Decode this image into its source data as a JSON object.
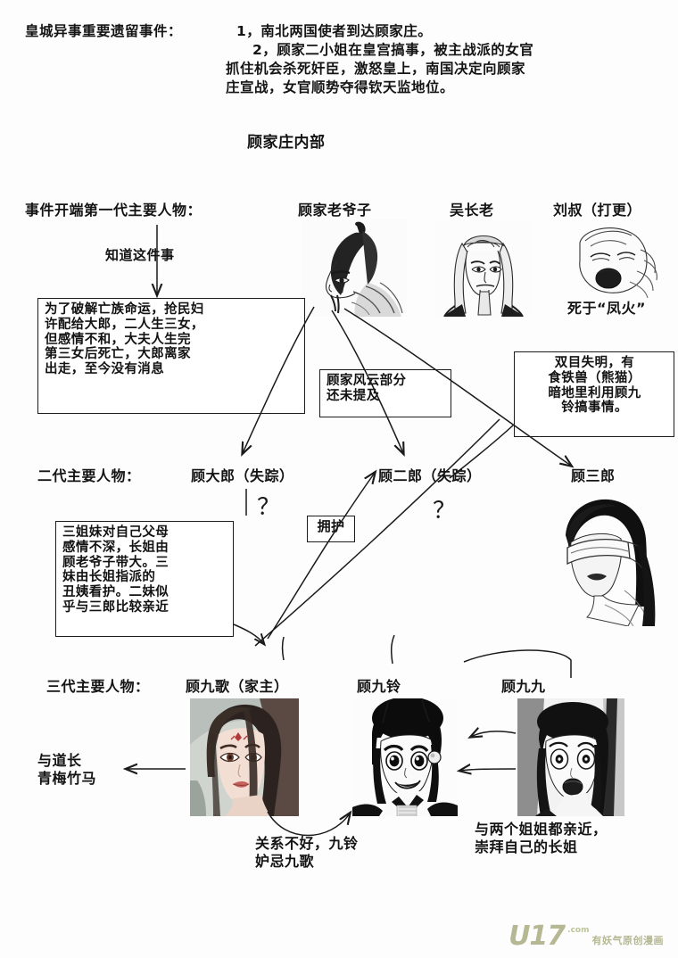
{
  "header": {
    "title_prefix": "皇城异事重要遗留事件：",
    "items": [
      "1，南北两国使者到达顾家庄。",
      "2，顾家二小姐在皇宫搞事，被主战派的女官",
      "抓住机会杀死奸臣，激怒皇上，南国决定向顾家",
      "庄宣战，女官顺势夺得钦天监地位。"
    ]
  },
  "section_title": "顾家庄内部",
  "gen1": {
    "row_label": "事件开端第一代主要人物：",
    "note_arrow_label": "知道这件事",
    "people": [
      {
        "name": "顾家老爷子",
        "portrait": "gu-family-elder-portrait"
      },
      {
        "name": "吴长老",
        "portrait": "elder-wu-portrait"
      },
      {
        "name": "刘叔（打更）",
        "portrait": "uncle-liu-portrait",
        "caption": "死于“凤火”"
      }
    ],
    "box_left": "为了破解亡族命运，抢民妇\n许配给大郎，二人生三女，\n但感情不和，大夫人生完\n第三女后死亡，大郎离家\n出走，至今没有消息",
    "box_mid": "顾家风云部分\n还未提及",
    "box_right": "双目失明，有\n食铁兽（熊猫）\n暗地里利用顾九\n铃搞事情。"
  },
  "gen2": {
    "row_label": "二代主要人物：",
    "people": [
      {
        "name": "顾大郎（失踪）",
        "marker": "？"
      },
      {
        "name": "顾二郎（失踪）",
        "marker": "？"
      },
      {
        "name": "顾三郎",
        "portrait": "gu-sanlang-portrait"
      }
    ],
    "box_left": "三姐妹对自己父母\n感情不深，长姐由\n顾老爷子带大。三\n妹由长姐指派的\n丑姨看护。二妹似\n乎与三郎比较亲近",
    "box_support": "拥护"
  },
  "gen3": {
    "row_label": "三代主要人物：",
    "people": [
      {
        "name": "顾九歌（家主）",
        "portrait": "gu-jiuge-portrait"
      },
      {
        "name": "顾九铃",
        "portrait": "gu-jiuling-portrait"
      },
      {
        "name": "顾九九",
        "portrait": "gu-jiujiu-portrait"
      }
    ],
    "note_left": "与道长\n青梅竹马",
    "note_bottom": "关系不好，九铃\n妒忌九歌",
    "note_right": "与两个姐姐都亲近，\n崇拜自己的长姐"
  },
  "watermark": {
    "brand": "U17",
    "domain": ".com",
    "tagline": "有妖气原创漫画"
  },
  "colors": {
    "ink": "#141414",
    "paper": "#fdfdfd",
    "watermark": "#8a8f52"
  }
}
